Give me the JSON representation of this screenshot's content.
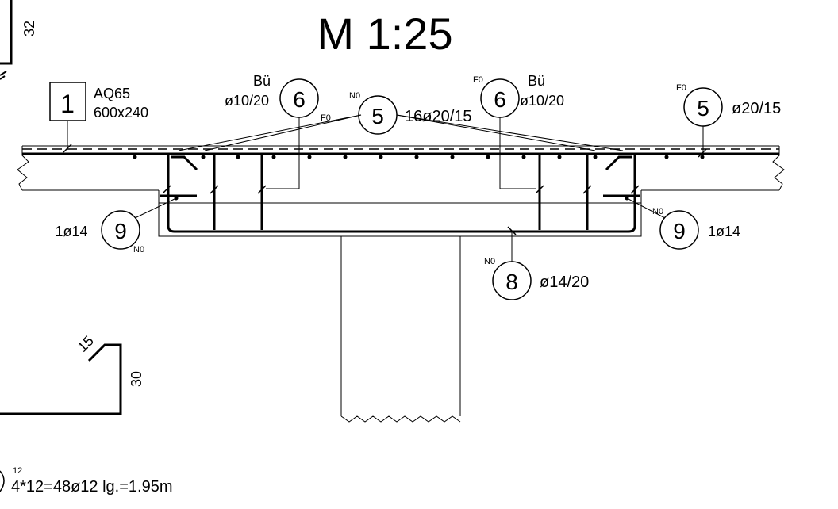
{
  "title": "M 1:25",
  "dims": {
    "top_left": "32",
    "bend_angle": "15",
    "bend_height": "30"
  },
  "mesh": {
    "number": "1",
    "type": "AQ65",
    "size": "600x240"
  },
  "labels": {
    "bu": "Bü",
    "stirrup": "ø10/20",
    "top_bars": "16ø20/15",
    "right_bars": "ø20/15",
    "side_bar": "1ø14",
    "bottom_bars": "ø14/20",
    "n0": "N0",
    "f0": "F0"
  },
  "positions": {
    "p5": "5",
    "p6": "6",
    "p8": "8",
    "p9": "9"
  },
  "bottom_note": {
    "superscript": "12",
    "text": "4*12=48ø12 lg.=1.95m"
  }
}
